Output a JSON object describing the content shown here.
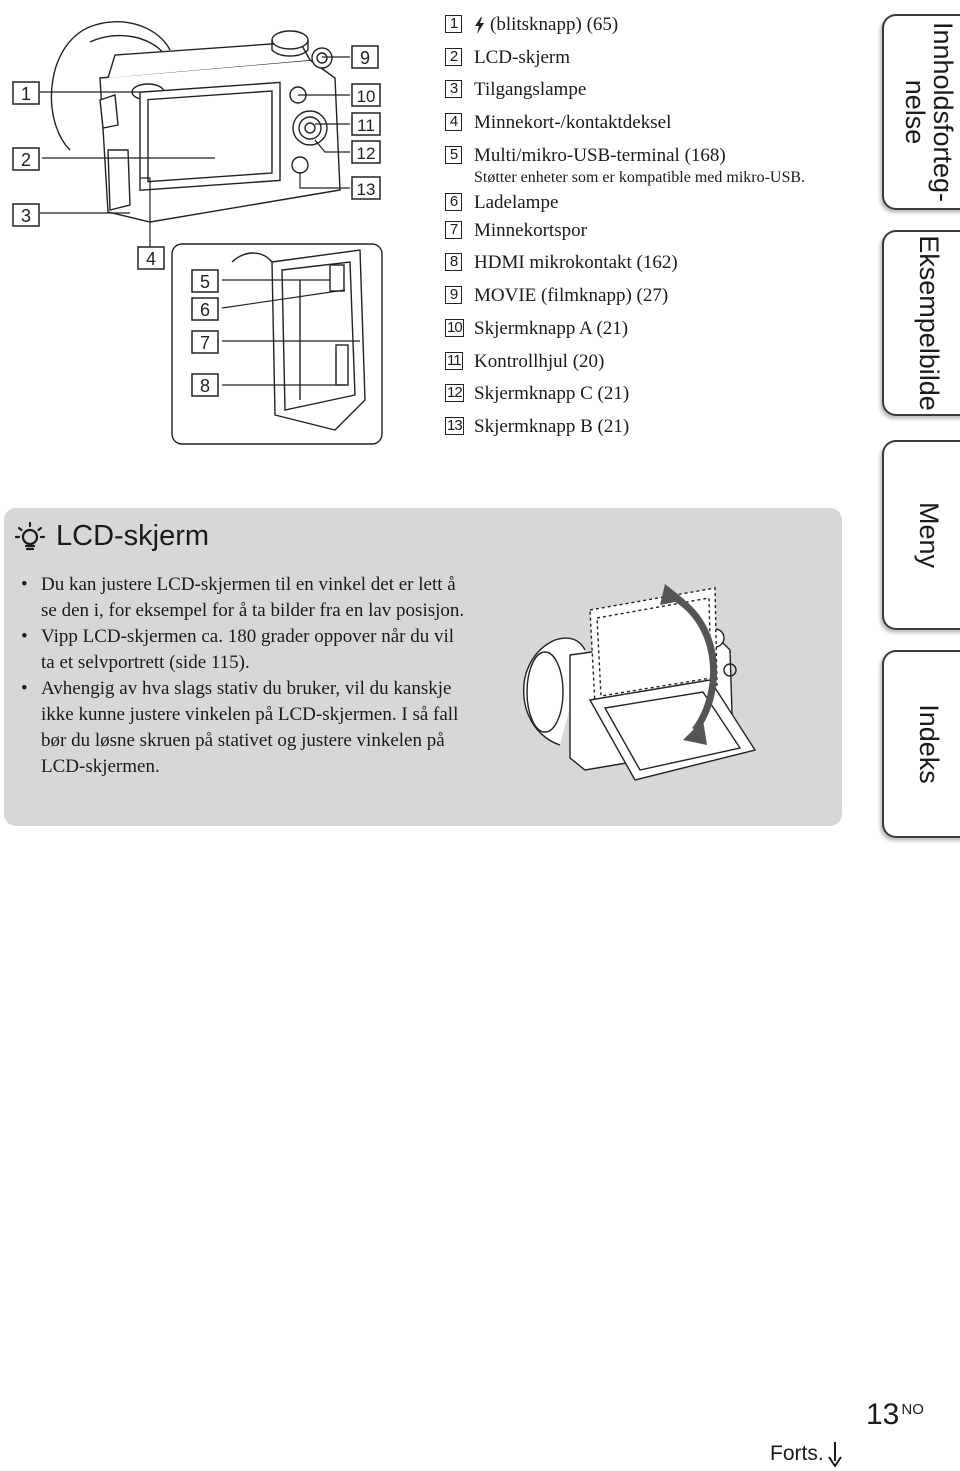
{
  "figure_callouts": [
    "1",
    "2",
    "3",
    "4",
    "5",
    "6",
    "7",
    "8",
    "9",
    "10",
    "11",
    "12",
    "13"
  ],
  "items": [
    {
      "num": "1",
      "label": "(blitsknapp) (65)",
      "icon": "flash-icon"
    },
    {
      "num": "2",
      "label": "LCD-skjerm"
    },
    {
      "num": "3",
      "label": "Tilgangslampe"
    },
    {
      "num": "4",
      "label": "Minnekort-/kontaktdeksel"
    },
    {
      "num": "5",
      "label": "Multi/mikro-USB-terminal (168)",
      "note": "Støtter enheter som er kompatible med mikro-USB."
    },
    {
      "num": "6",
      "label": "Ladelampe"
    },
    {
      "num": "7",
      "label": "Minnekortspor"
    },
    {
      "num": "8",
      "label": "HDMI mikrokontakt (162)"
    },
    {
      "num": "9",
      "label": "MOVIE (filmknapp) (27)"
    },
    {
      "num": "10",
      "label": "Skjermknapp A (21)"
    },
    {
      "num": "11",
      "label": "Kontrollhjul (20)"
    },
    {
      "num": "12",
      "label": "Skjermknapp C (21)"
    },
    {
      "num": "13",
      "label": "Skjermknapp B (21)"
    }
  ],
  "tip": {
    "icon": "lightbulb-hint-icon",
    "title": "LCD-skjerm",
    "bullets": [
      "Du kan justere LCD-skjermen til en vinkel det er lett å se den i, for eksempel for å ta bilder fra en lav posisjon.",
      "Vipp LCD-skjermen ca. 180 grader oppover når du vil ta et selvportrett (side 115).",
      "Avhengig av hva slags stativ du bruker, vil du kanskje ikke kunne justere vinkelen på LCD-skjermen. I så fall bør du løsne skruen på stativet og justere vinkelen på LCD-skjermen."
    ]
  },
  "tabs": {
    "toc": "Innholdsforteg-\nnelse",
    "examples": "Eksempelbilde",
    "menu": "Meny",
    "index": "Indeks"
  },
  "footer": {
    "page_number": "13",
    "page_suffix": "NO",
    "continued": "Forts."
  }
}
